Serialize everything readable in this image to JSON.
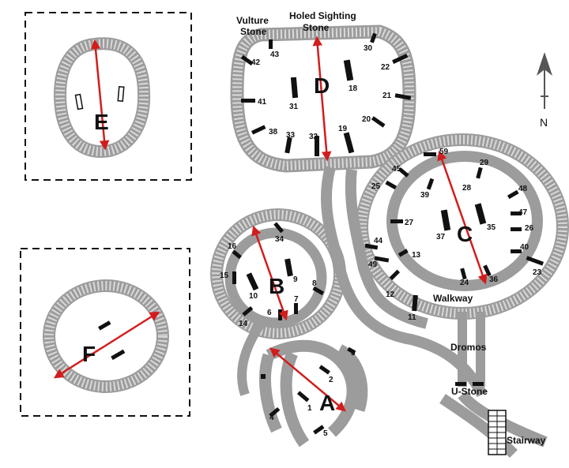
{
  "enclosures": [
    {
      "key": "A",
      "label": "A"
    },
    {
      "key": "B",
      "label": "B"
    },
    {
      "key": "C",
      "label": "C"
    },
    {
      "key": "D",
      "label": "D"
    },
    {
      "key": "E",
      "label": "E"
    },
    {
      "key": "F",
      "label": "F"
    }
  ],
  "features": {
    "vulture_stone_line1": "Vulture",
    "vulture_stone_line2": "Stone",
    "holed_stone_line1": "Holed Sighting",
    "holed_stone_line2": "Stone",
    "walkway": "Walkway",
    "dromos": "Dromos",
    "u_stone": "U-Stone",
    "stairway": "Stairway"
  },
  "compass": {
    "label": "N"
  },
  "stone_numbers": {
    "n1": "1",
    "n2": "2",
    "n3": "3",
    "n4": "4",
    "n5": "5",
    "n6": "6",
    "n7": "7",
    "n8": "8",
    "n9": "9",
    "n10": "10",
    "n11": "11",
    "n12": "12",
    "n13": "13",
    "n14": "14",
    "n15": "15",
    "n16": "16",
    "n18": "18",
    "n19": "19",
    "n20": "20",
    "n21": "21",
    "n22": "22",
    "n23": "23",
    "n24": "24",
    "n25": "25",
    "n26": "26",
    "n27": "27",
    "n28": "28",
    "n29": "29",
    "n30": "30",
    "n31": "31",
    "n32": "32",
    "n33": "33",
    "n34": "34",
    "n35": "35",
    "n36": "36",
    "n37": "37",
    "n38": "38",
    "n39": "39",
    "n40": "40",
    "n41": "41",
    "n42": "42",
    "n43": "43",
    "n44": "44",
    "n45": "45",
    "n47": "47",
    "n48": "48",
    "n49": "49",
    "n59": "59"
  },
  "colors": {
    "arrow": "#d21d1d",
    "wall": "#9c9c9c",
    "stone": "#111111"
  }
}
